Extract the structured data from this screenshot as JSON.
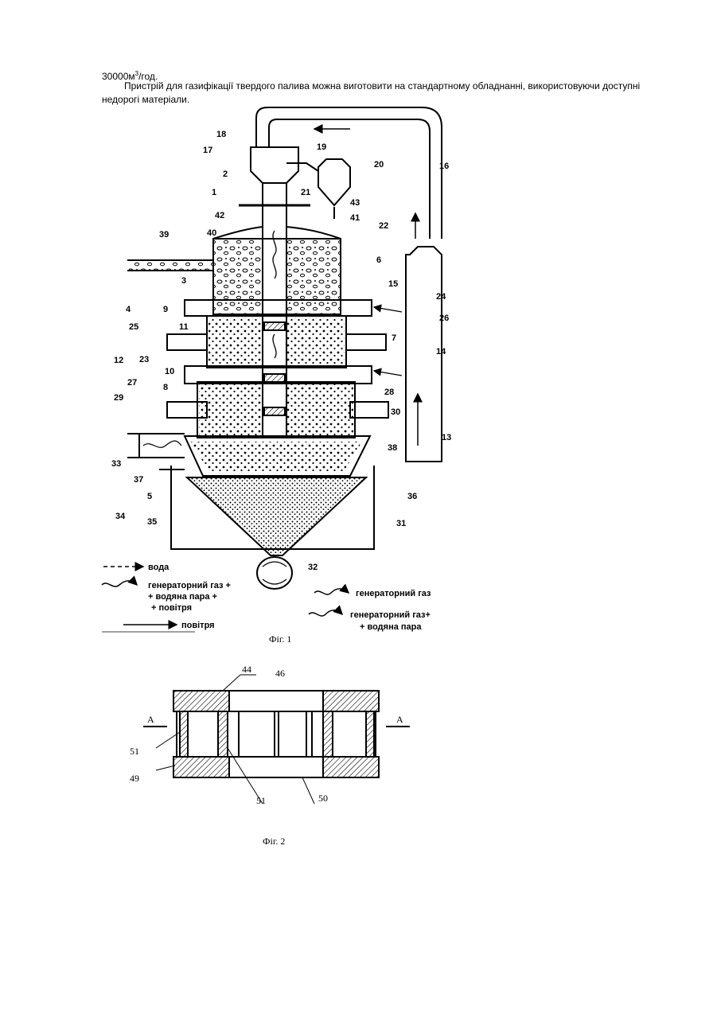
{
  "text": {
    "line1_value": "30000м",
    "line1_sup": "3",
    "line1_unit": "/год.",
    "paragraph": "Пристрій для газифікації твердого палива можна виготовити на стандартному обладнанні, використовуючи доступні недорогі матеріали."
  },
  "figure1": {
    "caption": "Фіг. 1",
    "labels": [
      "1",
      "2",
      "3",
      "4",
      "5",
      "6",
      "7",
      "8",
      "9",
      "10",
      "11",
      "12",
      "13",
      "14",
      "15",
      "16",
      "17",
      "18",
      "19",
      "20",
      "21",
      "22",
      "23",
      "24",
      "25",
      "26",
      "27",
      "28",
      "29",
      "30",
      "31",
      "32",
      "33",
      "34",
      "35",
      "36",
      "37",
      "38",
      "39",
      "40",
      "41",
      "42",
      "43"
    ],
    "legend": {
      "water": "вода",
      "gas_steam_air_1": "генераторний газ +",
      "gas_steam_air_2": "+ водяна пара +",
      "gas_steam_air_3": "+ повітря",
      "gen_gas": "генераторний газ",
      "gas_steam_1": "генераторний газ+",
      "gas_steam_2": "+ водяна пара",
      "air": "повітря"
    }
  },
  "figure2": {
    "caption": "Фіг. 2",
    "labels": [
      "44",
      "46",
      "A",
      "A",
      "51",
      "49",
      "51",
      "50"
    ]
  }
}
